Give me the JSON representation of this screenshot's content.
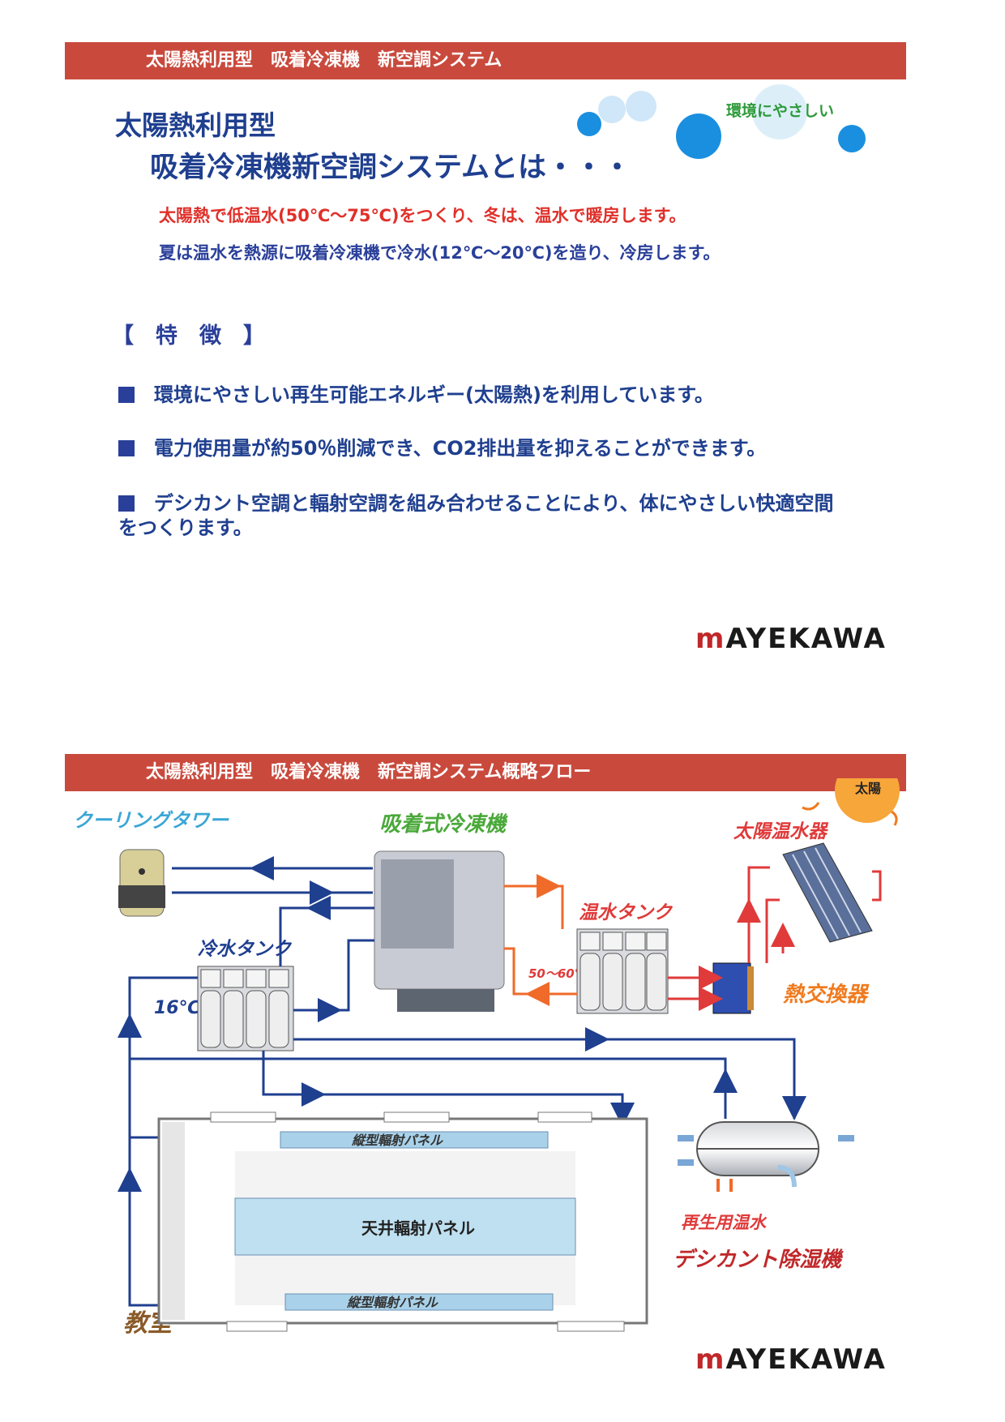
{
  "header": {
    "banner_top": "太陽熱利用型　吸着冷凍機　新空調システム",
    "banner_bottom": "太陽熱利用型　吸着冷凍機　新空調システム概略フロー"
  },
  "intro": {
    "title_line1": "太陽熱利用型",
    "title_line2": "吸着冷凍機新空調システムとは・・・",
    "eco_label": "環境にやさしい",
    "text_red": "太陽熱で低温水(50℃～75℃)をつくり、冬は、温水で暖房します。",
    "text_blue": "夏は温水を熱源に吸着冷凍機で冷水(12℃～20℃)を造り、冷房します。"
  },
  "features": {
    "heading": "【　特　徴　】",
    "items": [
      "環境にやさしい再生可能エネルギー(太陽熱)を利用しています。",
      "電力使用量が約50％削減でき、CO2排出量を抑えることができます。",
      "デシカント空調と輻射空調を組み合わせることにより、体にやさしい快適空間をつくります。"
    ]
  },
  "brand": {
    "m": "m",
    "rest": "AYEKAWA"
  },
  "diagram": {
    "sun": "太陽",
    "cooling_tower": "クーリングタワー",
    "chiller": "吸着式冷凍機",
    "solar_heater": "太陽温水器",
    "hot_tank": "温水タンク",
    "cold_tank": "冷水タンク",
    "temp_cold": "16℃",
    "temp_hot": "50～60℃",
    "heat_exchanger": "熱交換器",
    "panel_vertical_top": "縦型輻射パネル",
    "panel_ceiling": "天井輻射パネル",
    "panel_vertical_bottom": "縦型輻射パネル",
    "regen_water": "再生用温水",
    "desiccant": "デシカント除湿機",
    "classroom": "教室"
  },
  "colors": {
    "banner": "#c94a3d",
    "title_blue": "#1f3f8f",
    "red_text": "#e0302a",
    "pipe_blue": "#1f3f8f",
    "pipe_orange": "#f06a2a",
    "eco_green": "#2e9a3a"
  }
}
